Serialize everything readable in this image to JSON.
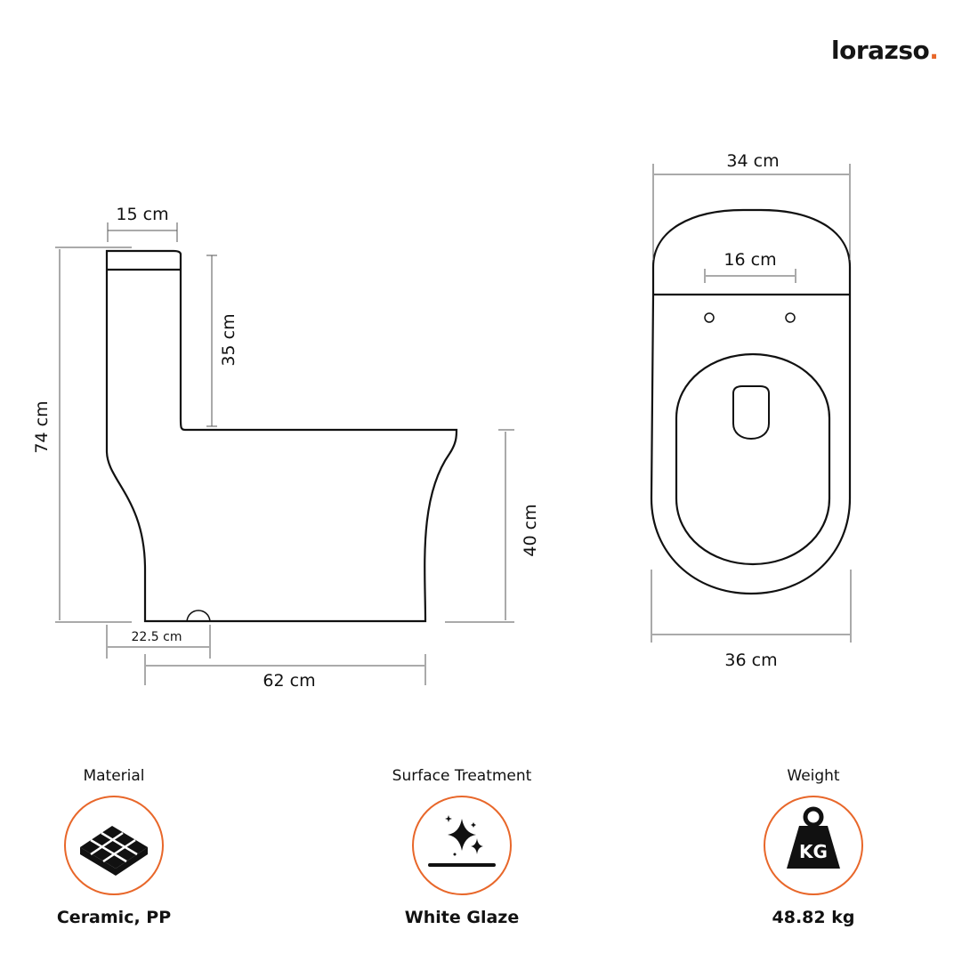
{
  "brand": {
    "logo_text": "lorazso",
    "logo_dot": "."
  },
  "side_view": {
    "dims": {
      "tank_width": "15 cm",
      "tank_height": "35 cm",
      "total_height": "74 cm",
      "seat_height": "40 cm",
      "outlet_distance": "22.5 cm",
      "total_length": "62 cm"
    }
  },
  "top_view": {
    "dims": {
      "top_width": "34 cm",
      "hole_spacing": "16 cm",
      "bottom_width": "36 cm"
    }
  },
  "specs": {
    "material": {
      "label": "Material",
      "value": "Ceramic, PP",
      "icon": "tiles-icon"
    },
    "surface": {
      "label": "Surface Treatment",
      "value": "White Glaze",
      "icon": "sparkle-icon"
    },
    "weight": {
      "label": "Weight",
      "value": "48.82 kg",
      "icon": "kettlebell-icon",
      "icon_text": "KG"
    }
  },
  "colors": {
    "accent": "#e8672a",
    "line": "#111111"
  }
}
